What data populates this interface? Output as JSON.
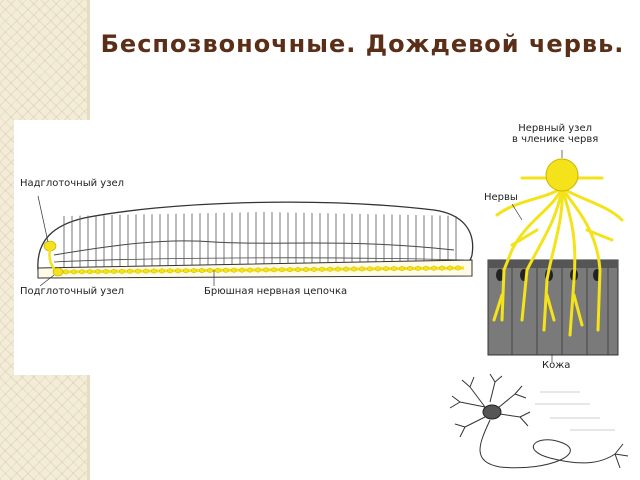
{
  "slide": {
    "title": "Беспозвоночные. Дождевой червь."
  },
  "worm_diagram": {
    "labels": {
      "supra": "Надглоточный узел",
      "sub": "Подглоточный узел",
      "chain": "Брюшная нервная цепочка"
    }
  },
  "segment_diagram": {
    "labels": {
      "ganglion": "Нервный узел\nв членике червя",
      "nerves": "Нервы",
      "skin": "Кожа"
    }
  },
  "colors": {
    "nerve_yellow": "#f4e31a",
    "title_brown": "#5a2e17",
    "outline": "#333333",
    "skin_gray": "#6f6f6f"
  }
}
